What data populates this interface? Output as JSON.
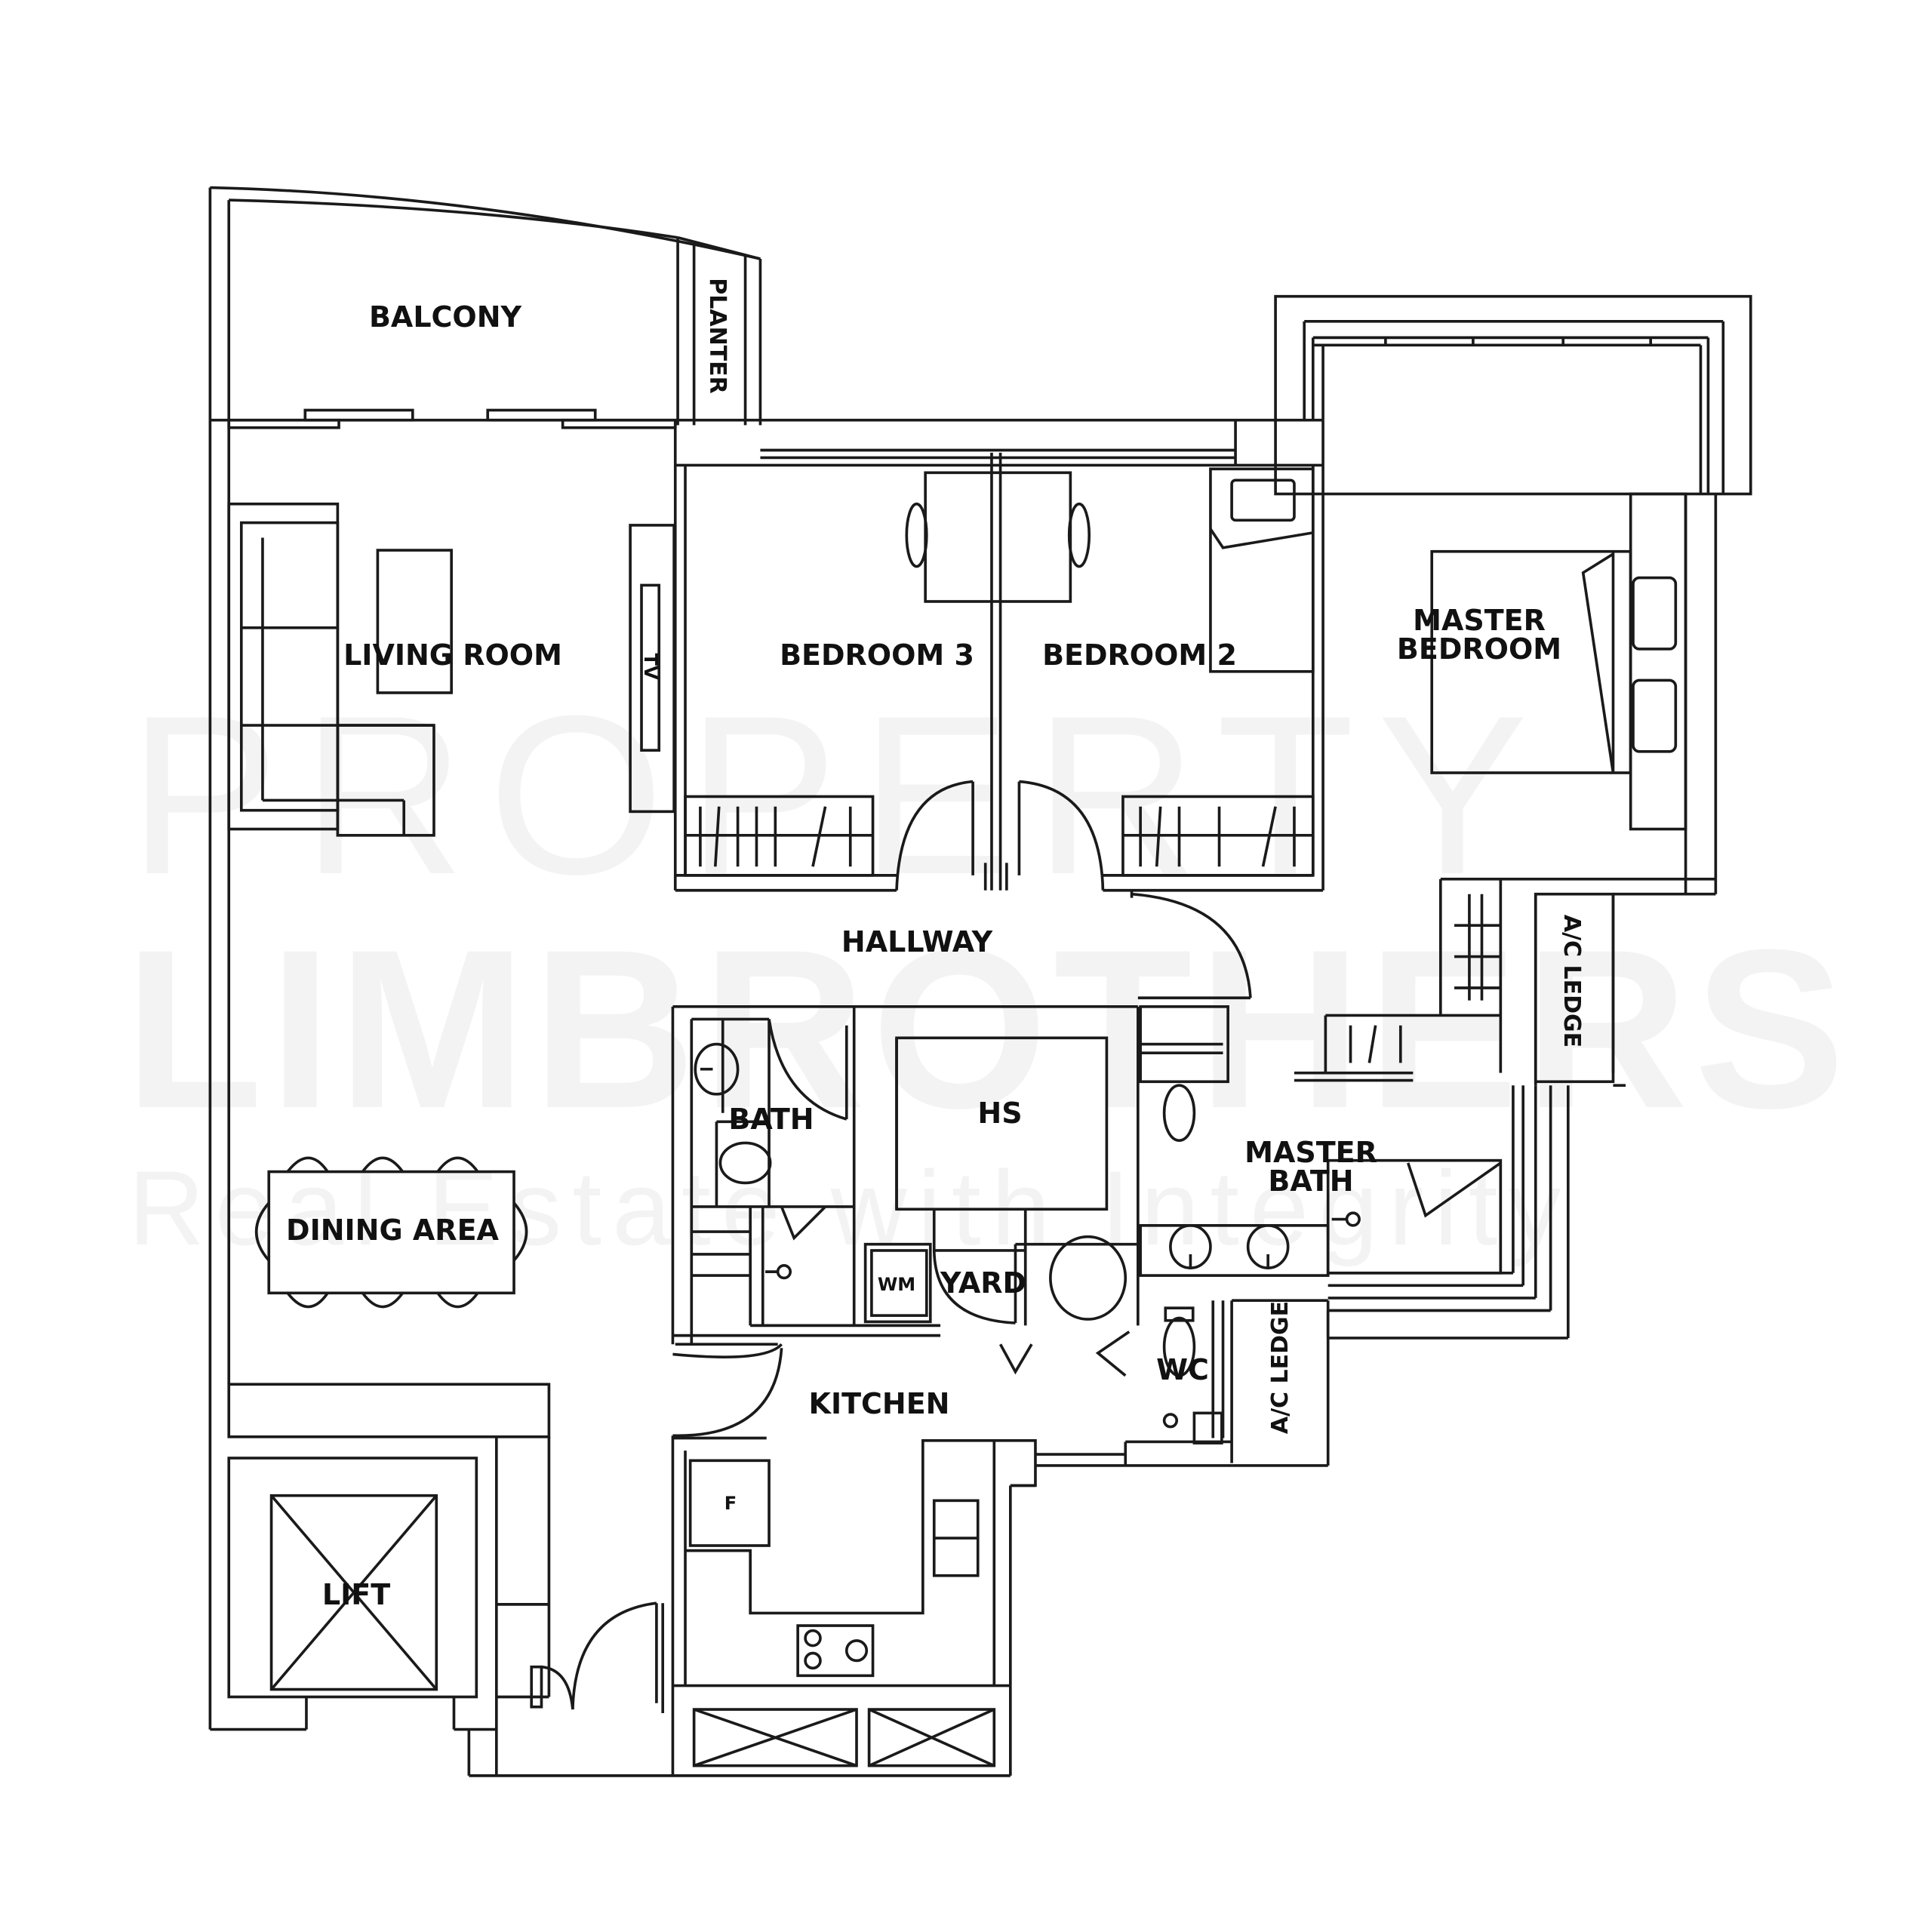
{
  "watermark": {
    "line1": "PROPERTY",
    "line2": "LIMBROTHERS",
    "line3": "Real Estate with Integrity",
    "color": "#f3f3f3"
  },
  "colors": {
    "line": "#1a1a1a",
    "text": "#111111",
    "background": "#ffffff"
  },
  "rooms": {
    "balcony": "BALCONY",
    "planter": "PLANTER",
    "living_room": "LIVING ROOM",
    "tv": "TV",
    "bedroom3": "BEDROOM 3",
    "bedroom2": "BEDROOM 2",
    "master_bedroom_l1": "MASTER",
    "master_bedroom_l2": "BEDROOM",
    "hallway": "HALLWAY",
    "ac_ledge_top": "A/C LEDGE",
    "bath": "BATH",
    "hs": "HS",
    "master_bath_l1": "MASTER",
    "master_bath_l2": "BATH",
    "dining_area": "DINING AREA",
    "wm": "WM",
    "yard": "YARD",
    "wc": "WC",
    "ac_ledge_bottom": "A/C LEDGE",
    "kitchen": "KITCHEN",
    "fridge": "F",
    "lift": "LIFT"
  }
}
